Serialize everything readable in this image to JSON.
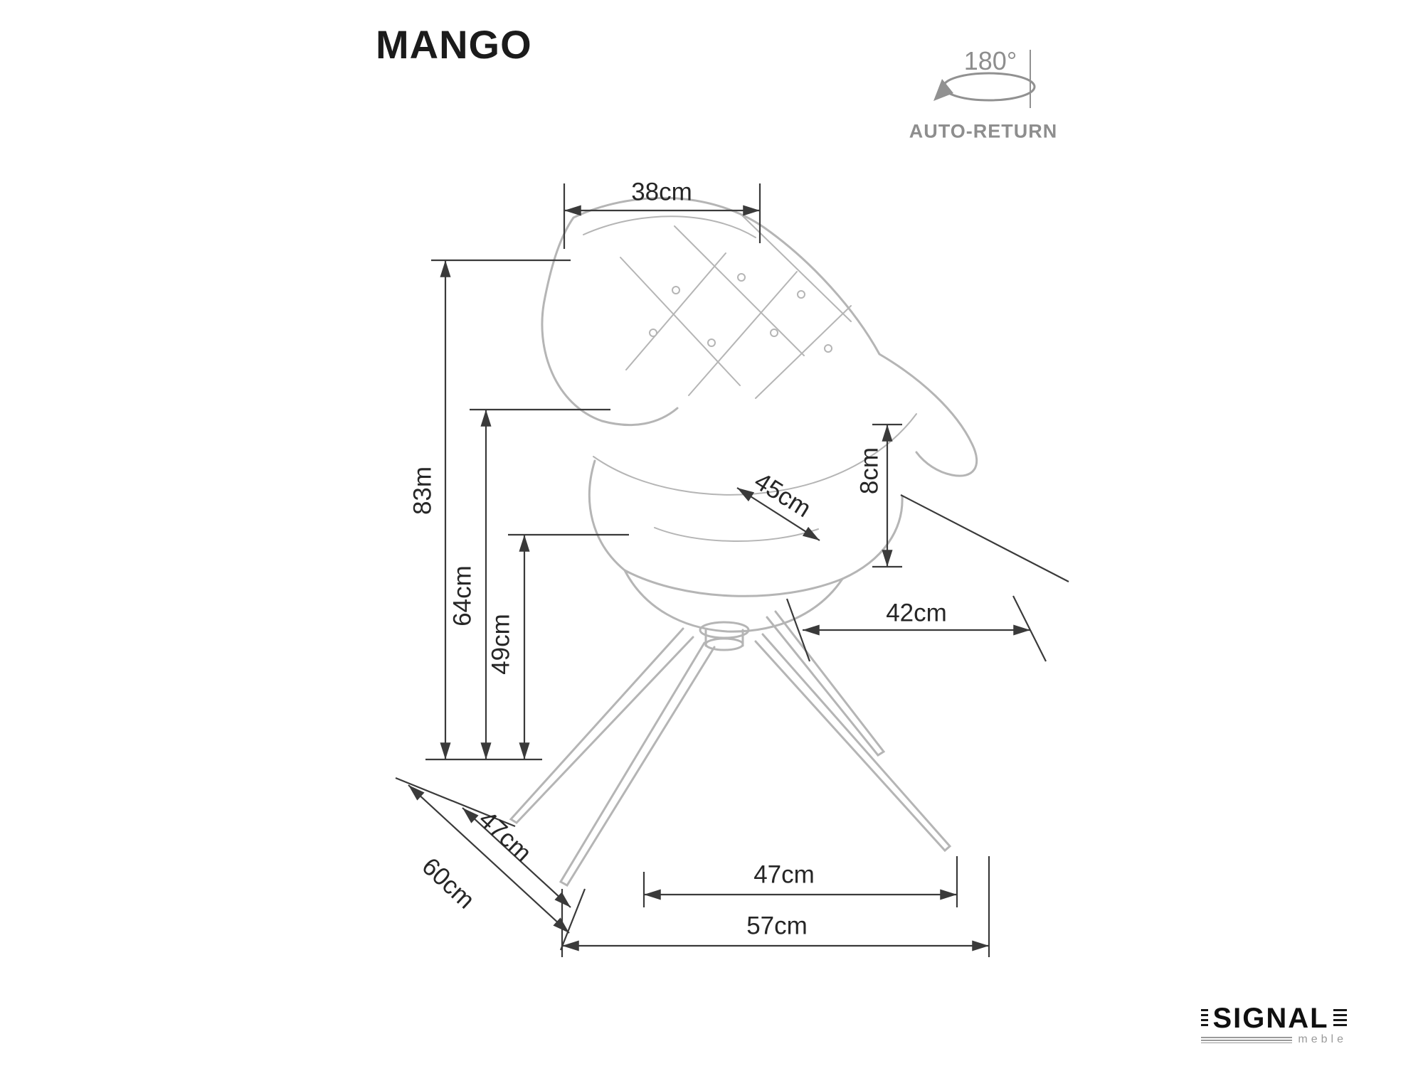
{
  "title": "MANGO",
  "rotation_feature": {
    "angle": "180°",
    "label": "AUTO-RETURN",
    "icon": "rotation-ellipse-arrow"
  },
  "dimensions": {
    "back_top_width": "38cm",
    "total_height": "83m",
    "armrest_height": "64cm",
    "seat_height": "49cm",
    "seat_width": "45cm",
    "cushion_height": "8cm",
    "seat_depth": "42cm",
    "base_depth_inner": "47cm",
    "base_depth": "60cm",
    "base_width_inner": "47cm",
    "base_width": "57cm"
  },
  "brand": {
    "name": "SIGNAL",
    "subtitle": "meble"
  }
}
